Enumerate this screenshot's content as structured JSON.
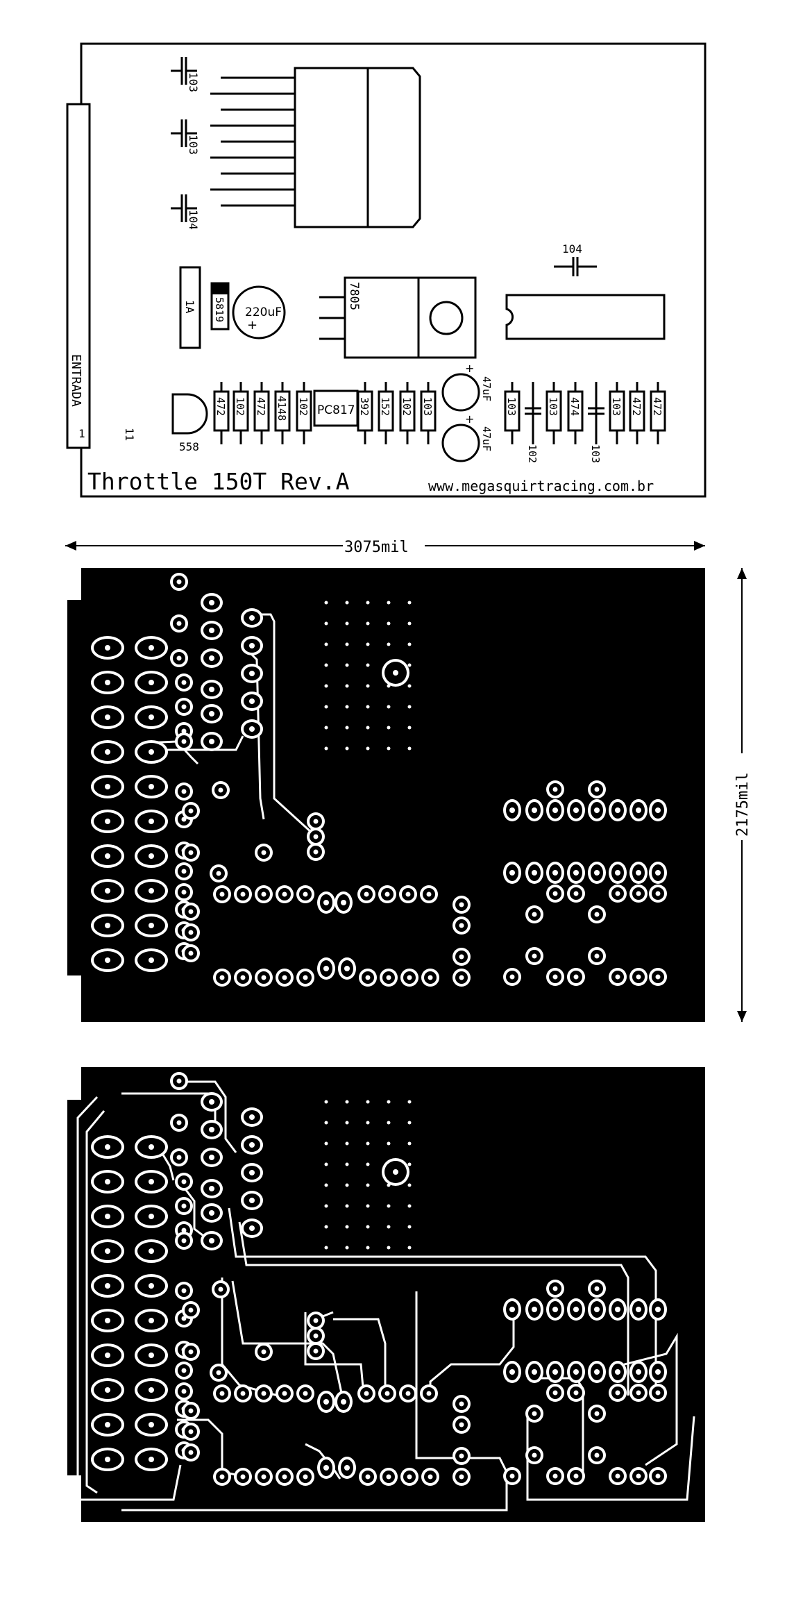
{
  "silkscreen": {
    "title": "Throttle 150T Rev.A",
    "url": "www.megasquirtracing.com.br",
    "connector_label": "ENTRADA",
    "connector_pin": "1",
    "pin_count": "11",
    "ic_label": "558",
    "cap_top_1": "103",
    "cap_top_2": "103",
    "cap_top_3": "104",
    "cap_right": "104",
    "fuse": "1A",
    "diode": "5819",
    "elcap_big": "220uF",
    "regulator": "7805",
    "opto": "PC817",
    "elcap_small_1": "47uF",
    "elcap_small_2": "47uF",
    "plus": "+",
    "resistors_left": [
      "472",
      "102",
      "472",
      "4148",
      "102"
    ],
    "resistors_mid": [
      "392",
      "152",
      "102",
      "103"
    ],
    "resistors_right": [
      "103",
      "103",
      "474",
      "103",
      "472",
      "472"
    ],
    "cap_bottom_1": "102",
    "cap_bottom_2": "103"
  },
  "dimensions": {
    "width_label": "3075mil",
    "height_label": "2175mil"
  }
}
